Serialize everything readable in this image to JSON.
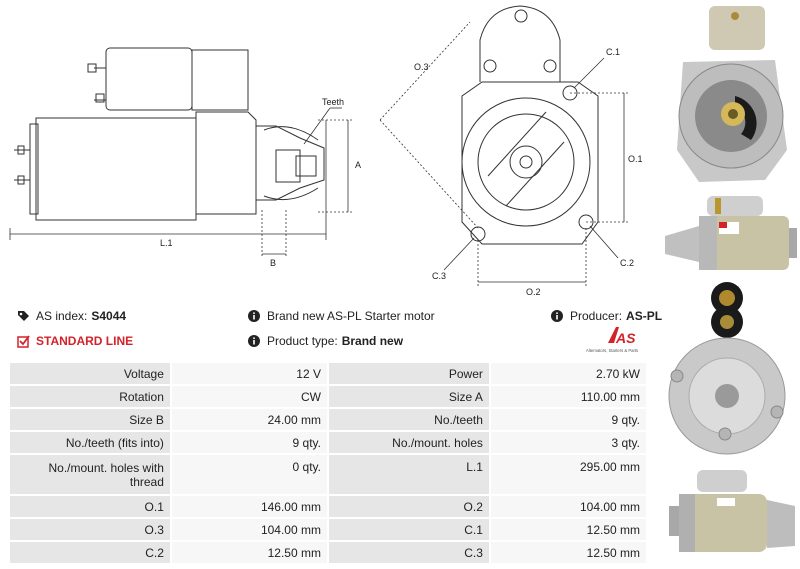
{
  "drawing": {
    "labels": {
      "teeth": "Teeth",
      "a": "A",
      "b": "B",
      "l1": "L.1",
      "o1": "O.1",
      "o2": "O.2",
      "o3": "O.3",
      "c1": "C.1",
      "c2": "C.2",
      "c3": "C.3"
    }
  },
  "info": {
    "as_index_label": "AS index:",
    "as_index_value": "S4044",
    "standard_line": "STANDARD LINE",
    "brand_new_text": "Brand new AS-PL Starter motor",
    "product_type_label": "Product type:",
    "product_type_value": "Brand new",
    "producer_label": "Producer:",
    "producer_value": "AS-PL"
  },
  "logo": {
    "mark": "AS",
    "tagline": "Alternators, Starters & Parts"
  },
  "specs": [
    {
      "l1": "Voltage",
      "v1": "12 V",
      "l2": "Power",
      "v2": "2.70 kW"
    },
    {
      "l1": "Rotation",
      "v1": "CW",
      "l2": "Size A",
      "v2": "110.00 mm"
    },
    {
      "l1": "Size B",
      "v1": "24.00 mm",
      "l2": "No./teeth",
      "v2": "9 qty."
    },
    {
      "l1": "No./teeth (fits into)",
      "v1": "9 qty.",
      "l2": "No./mount. holes",
      "v2": "3 qty."
    },
    {
      "l1": "No./mount. holes with thread",
      "v1": "0 qty.",
      "l2": "L.1",
      "v2": "295.00 mm"
    },
    {
      "l1": "O.1",
      "v1": "146.00 mm",
      "l2": "O.2",
      "v2": "104.00 mm"
    },
    {
      "l1": "O.3",
      "v1": "104.00 mm",
      "l2": "C.1",
      "v2": "12.50 mm"
    },
    {
      "l1": "C.2",
      "v1": "12.50 mm",
      "l2": "C.3",
      "v2": "12.50 mm"
    }
  ],
  "colors": {
    "accent_red": "#d3232a",
    "label_bg": "#e6e6e6",
    "value_bg": "#f7f7f7"
  }
}
